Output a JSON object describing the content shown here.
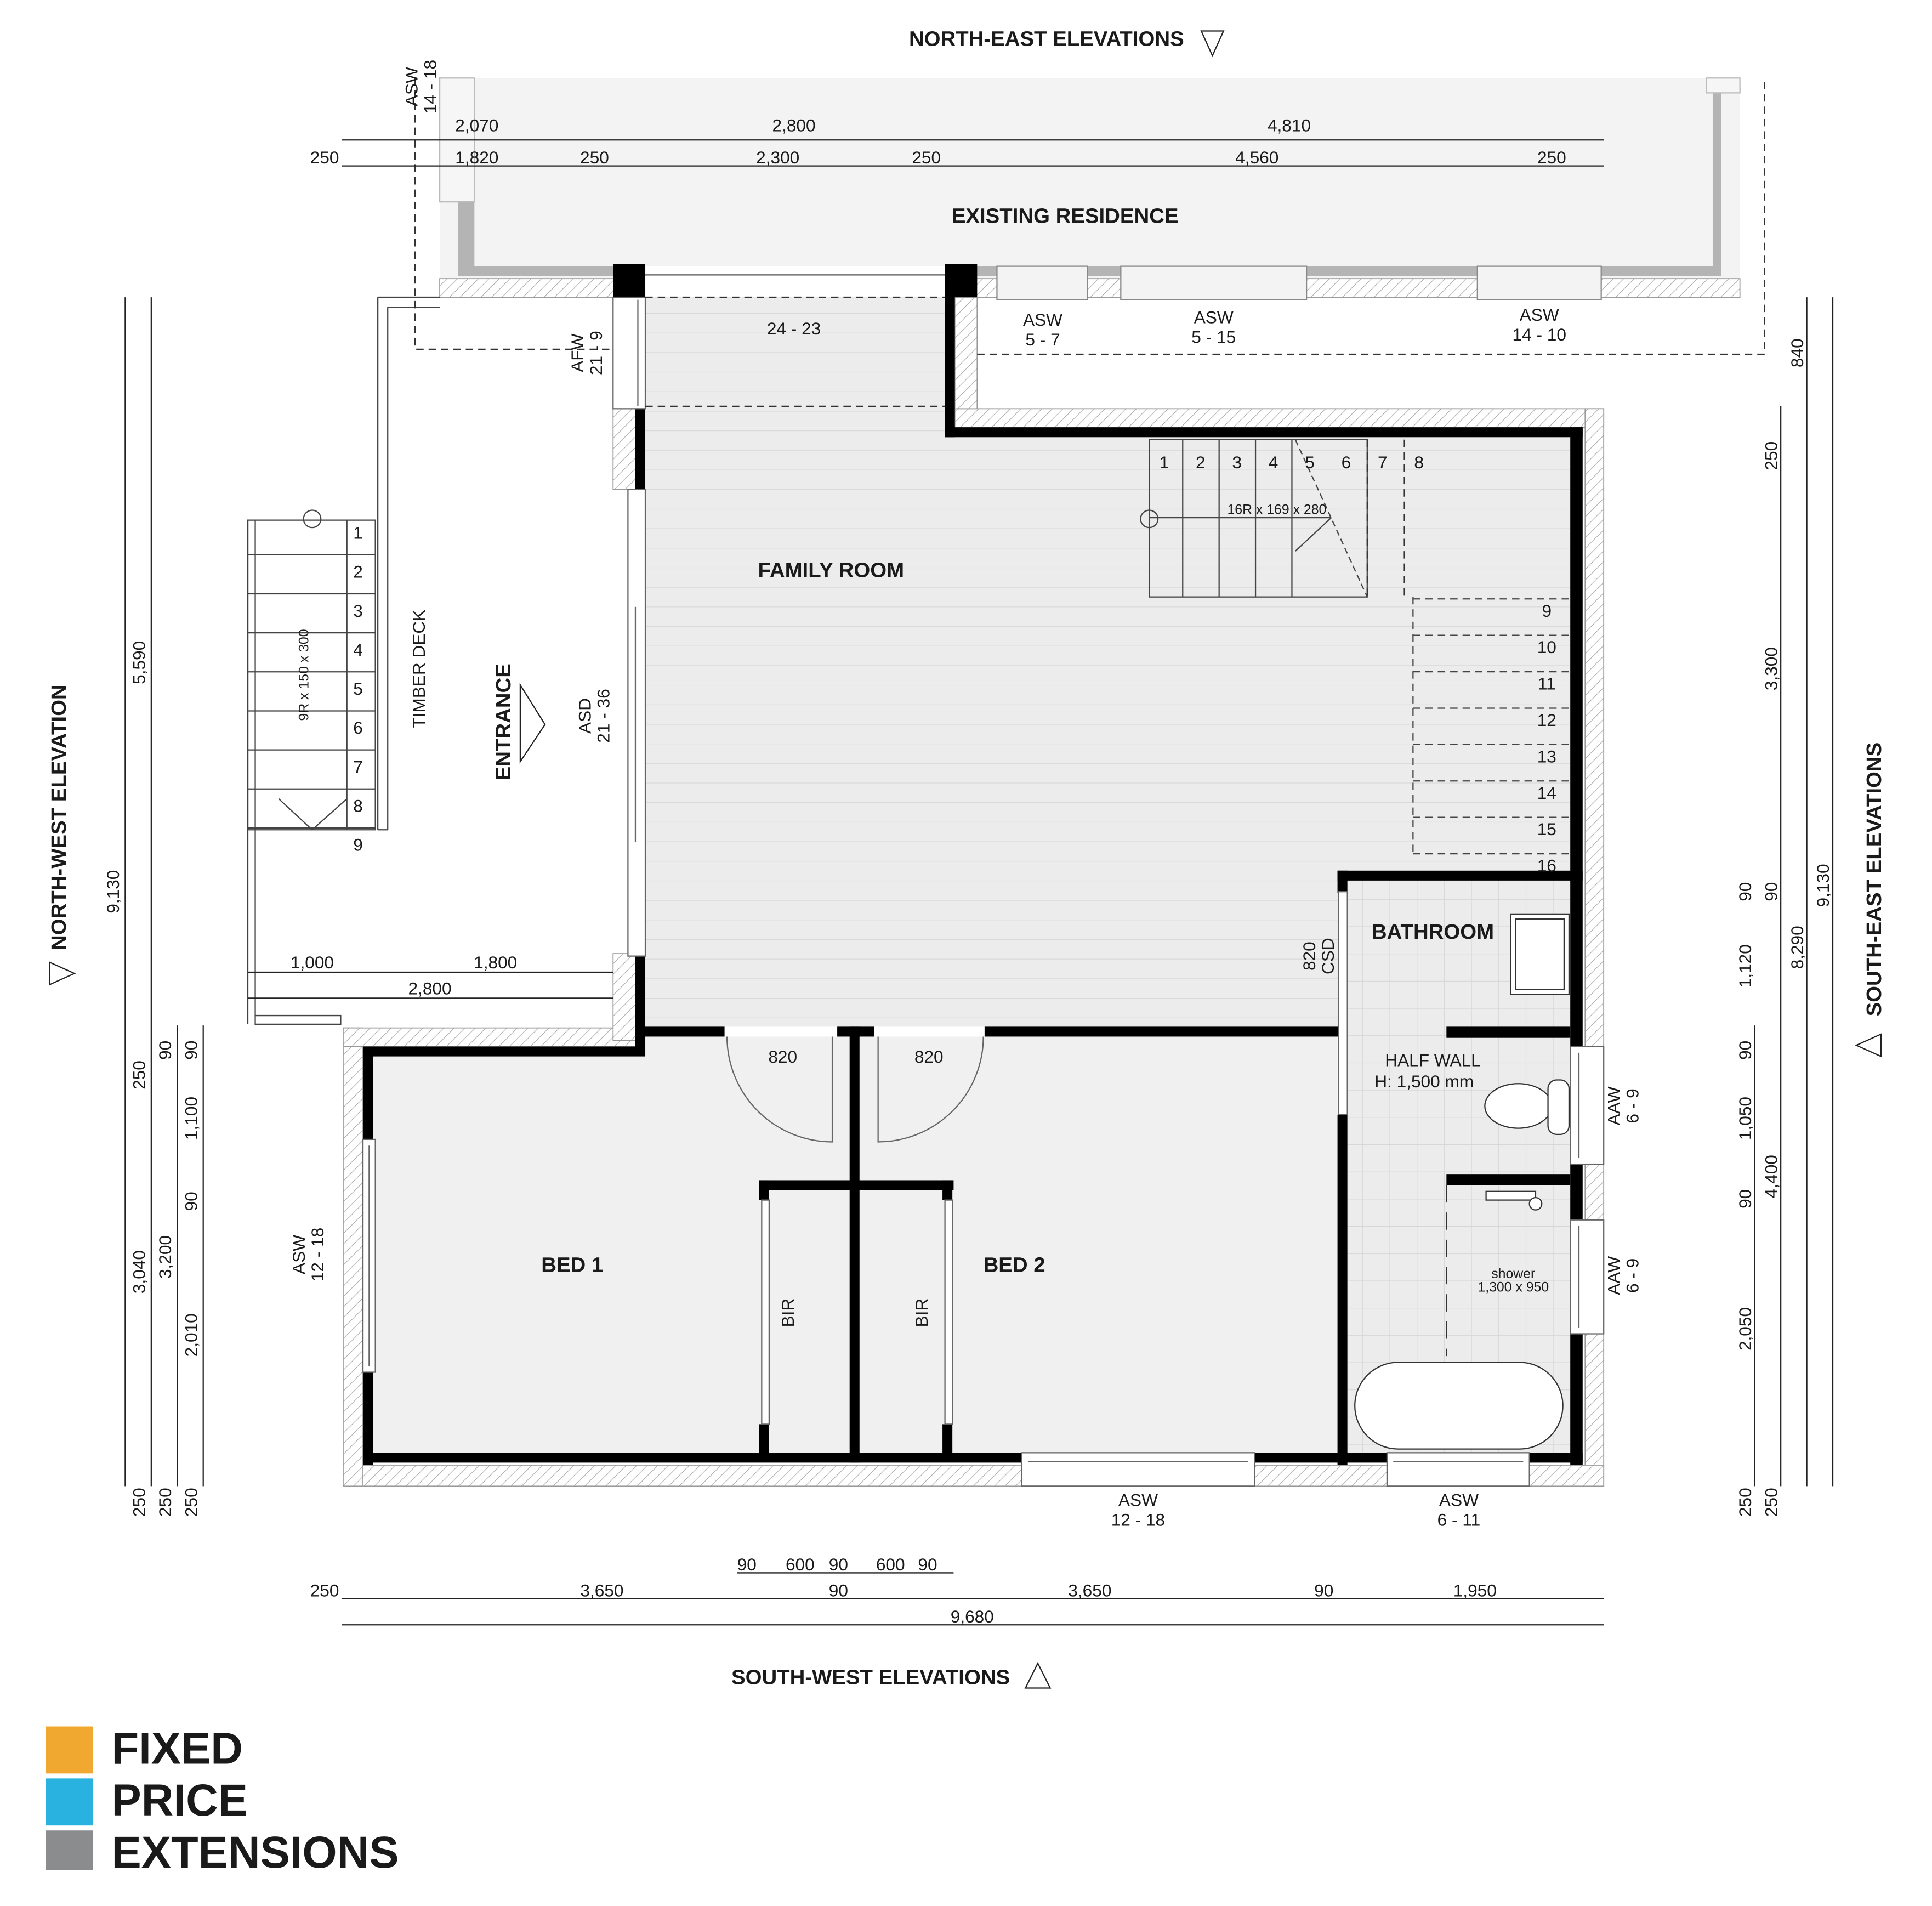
{
  "elevations": {
    "north_east": "NORTH-EAST ELEVATIONS",
    "south_west": "SOUTH-WEST ELEVATIONS",
    "north_west": "NORTH-WEST ELEVATION",
    "south_east": "SOUTH-EAST ELEVATIONS"
  },
  "rooms": {
    "existing": "EXISTING RESIDENCE",
    "family": "FAMILY ROOM",
    "bathroom": "BATHROOM",
    "bed1": "BED 1",
    "bed2": "BED 2",
    "timber_deck": "TIMBER DECK",
    "entrance": "ENTRANCE",
    "bir": "BIR"
  },
  "openings": {
    "asw_14_18": [
      "ASW",
      "14 - 18"
    ],
    "afw_21_9": [
      "AFW",
      "21 - 9"
    ],
    "opening_24_23": "24 - 23",
    "asw_5_7": [
      "ASW",
      "5 - 7"
    ],
    "asw_5_15": [
      "ASW",
      "5 - 15"
    ],
    "asw_14_10": [
      "ASW",
      "14 - 10"
    ],
    "asd_21_36": [
      "ASD",
      "21 - 36"
    ],
    "csd_820": [
      "820",
      "CSD"
    ],
    "door_820": "820",
    "aaw_6_9": [
      "AAW",
      "6 - 9"
    ],
    "asw_12_18": [
      "ASW",
      "12 - 18"
    ],
    "asw_6_11": [
      "ASW",
      "6 - 11"
    ]
  },
  "notes": {
    "half_wall": "HALF WALL",
    "half_wall_height": "H: 1,500 mm",
    "shower": "shower",
    "shower_size": "1,300 x 950",
    "stair_main": "16R x 169 x 280",
    "stair_deck": "9R x 150 x 300"
  },
  "stair_main_steps": [
    "1",
    "2",
    "3",
    "4",
    "5",
    "6",
    "7",
    "8",
    "9",
    "10",
    "11",
    "12",
    "13",
    "14",
    "15",
    "16"
  ],
  "stair_deck_steps": [
    "1",
    "2",
    "3",
    "4",
    "5",
    "6",
    "7",
    "8",
    "9"
  ],
  "dimensions": {
    "top_row1": [
      "2,070",
      "2,800",
      "4,810"
    ],
    "top_row2": [
      "250",
      "1,820",
      "250",
      "2,300",
      "250",
      "4,560",
      "250"
    ],
    "deck": [
      "1,000",
      "1,800",
      "2,800"
    ],
    "left": [
      "5,590",
      "9,130",
      "250",
      "90",
      "90",
      "1,100",
      "90",
      "3,040",
      "3,200",
      "2,010",
      "250",
      "250",
      "250"
    ],
    "right": [
      "840",
      "250",
      "3,300",
      "90",
      "90",
      "9,130",
      "8,290",
      "1,120",
      "90",
      "1,050",
      "4,400",
      "90",
      "2,050",
      "250",
      "250"
    ],
    "bottom_row1": [
      "90",
      "600",
      "90",
      "600",
      "90"
    ],
    "bottom_row2": [
      "250",
      "3,650",
      "90",
      "3,650",
      "90",
      "1,950"
    ],
    "bottom_total": "9,680"
  },
  "logo": {
    "line1": "FIXED",
    "line2": "PRICE",
    "line3": "EXTENSIONS",
    "colors": [
      "#f0a830",
      "#29b2e0",
      "#8a8c8e"
    ]
  }
}
